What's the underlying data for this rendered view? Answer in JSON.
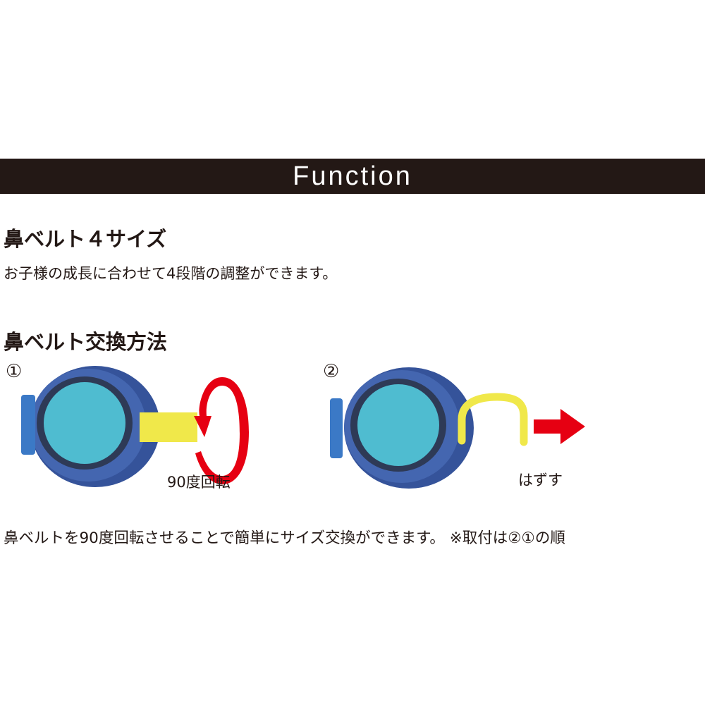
{
  "banner_title": "Function",
  "section1": {
    "heading": "鼻ベルト４サイズ",
    "description": "お子様の成長に合わせて4段階の調整ができます。"
  },
  "section2": {
    "heading": "鼻ベルト交換方法",
    "steps": [
      {
        "number": "①",
        "label": "90度回転"
      },
      {
        "number": "②",
        "label": "はずす"
      }
    ],
    "note": "鼻ベルトを90度回転させることで簡単にサイズ交換ができます。 ※取付は②①の順"
  },
  "colors": {
    "banner": "#231815",
    "lens": "#4fbcd0",
    "frame": "#3a5ea8",
    "belt": "#f0e84a",
    "arrow": "#e60012"
  }
}
